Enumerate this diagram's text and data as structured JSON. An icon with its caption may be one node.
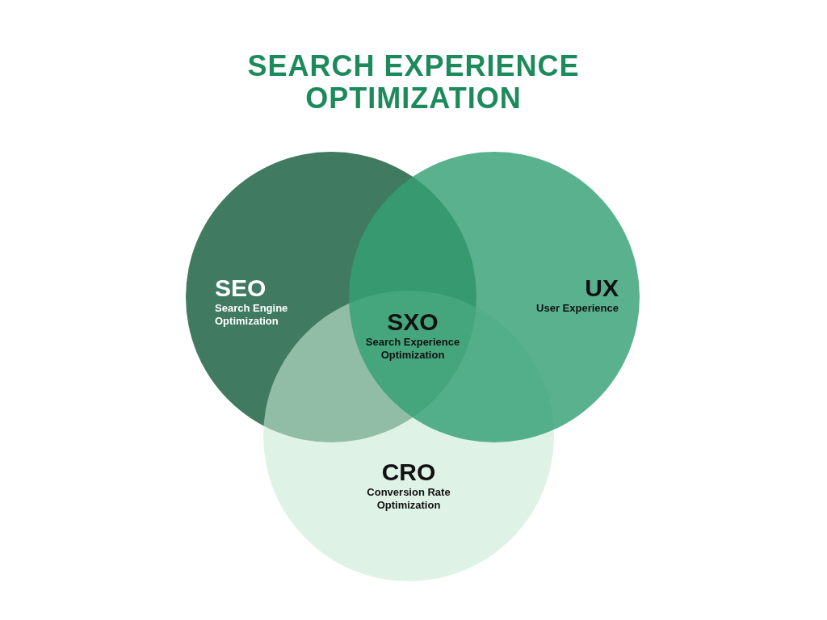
{
  "diagram": {
    "title": "SEARCH EXPERIENCE OPTIMIZATION",
    "nodes": [
      {
        "text": [
          "SEO",
          "Search Engine Optimization"
        ]
      },
      {
        "text": [
          "UX",
          "User Experience"
        ]
      },
      {
        "text": [
          "CRO",
          "Conversion Rate Optimization"
        ]
      }
    ],
    "labels": [
      "SXO",
      "Search Experience Optimization"
    ]
  }
}
